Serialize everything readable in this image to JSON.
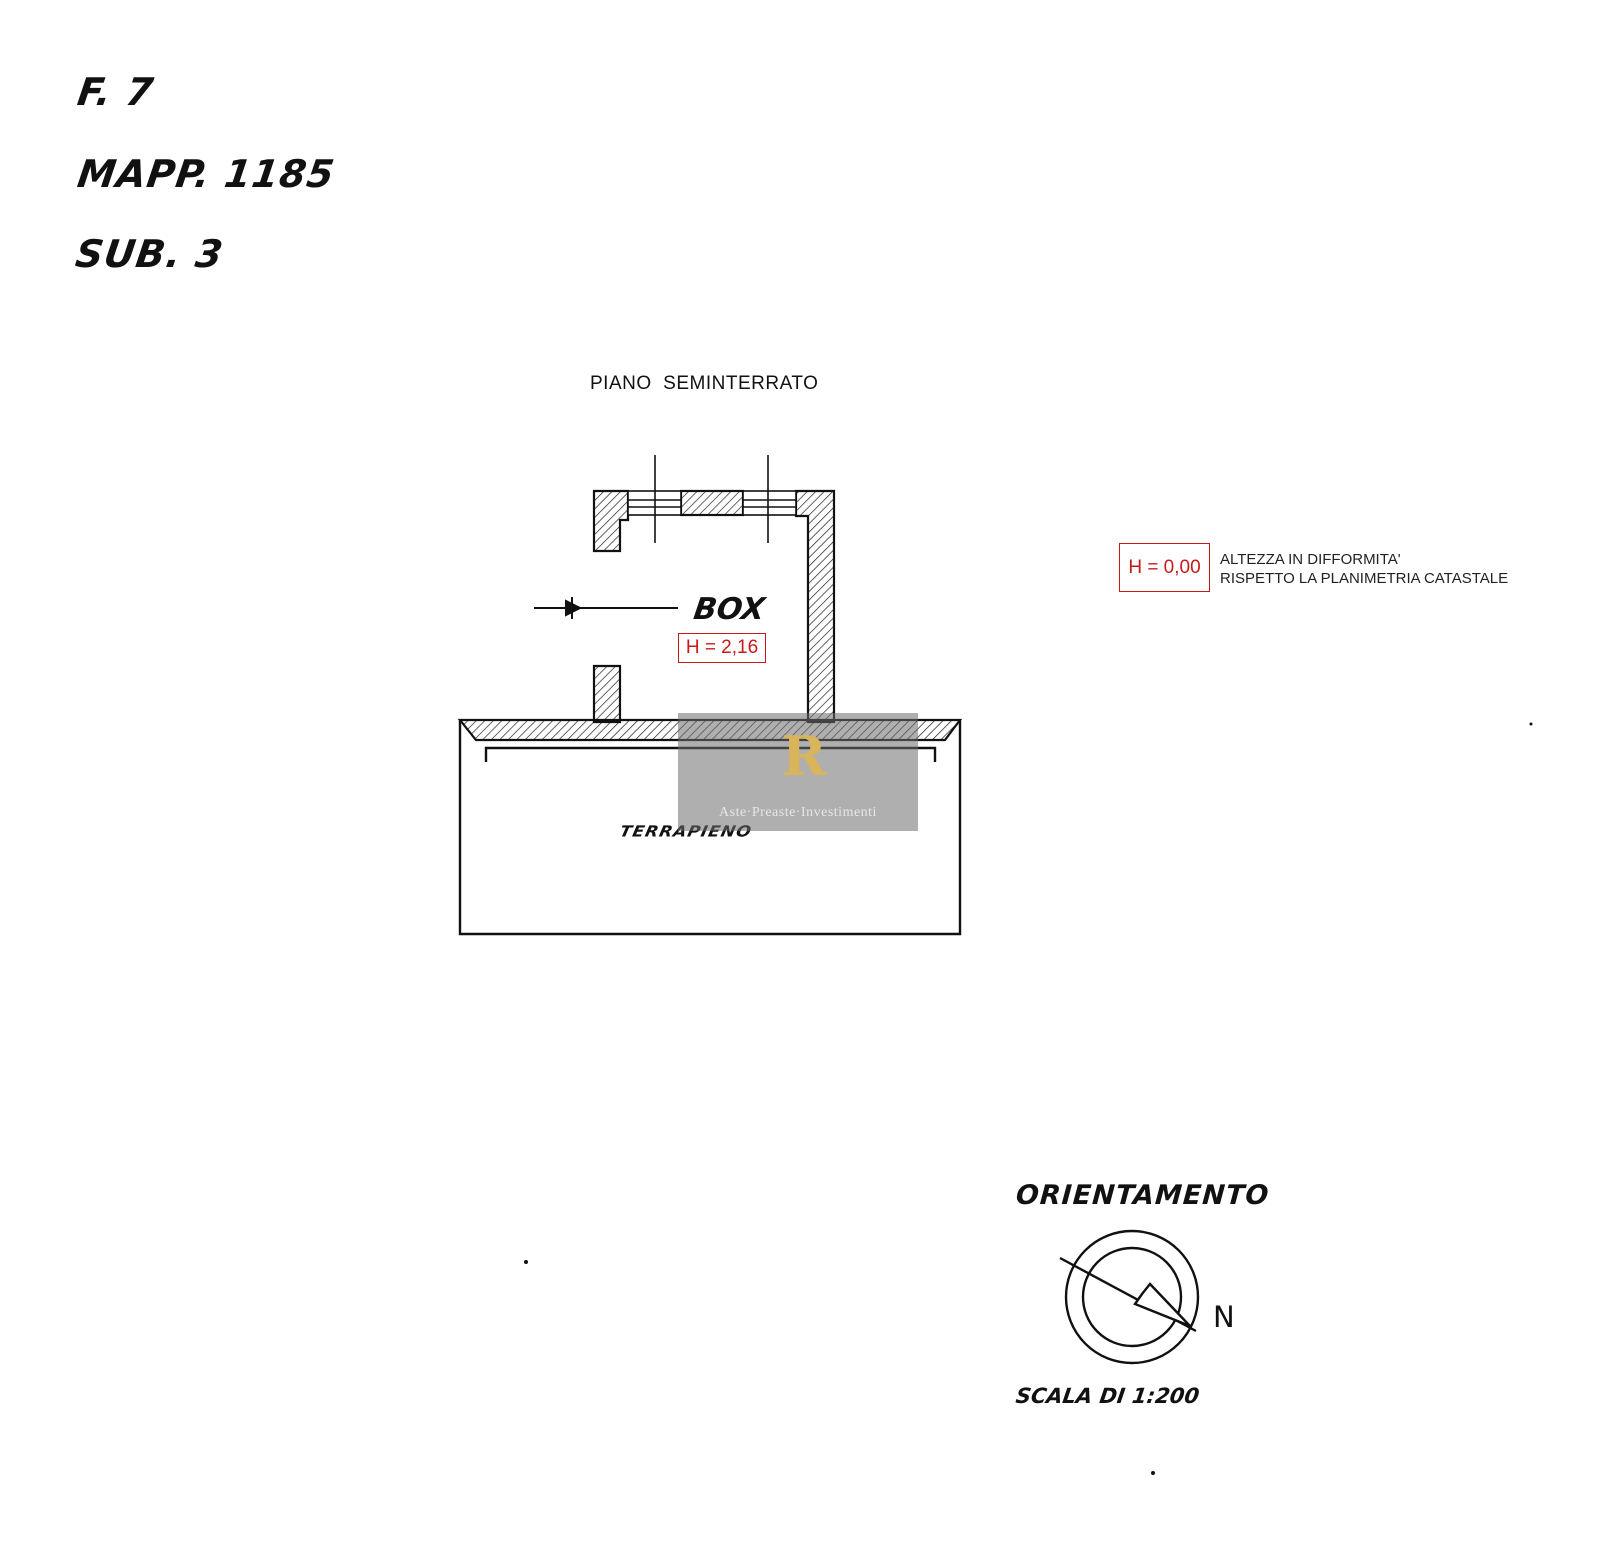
{
  "header": {
    "foglio": "F. 7",
    "mappale": "MAPP. 1185",
    "subalterno": "SUB. 3"
  },
  "plan": {
    "floor_label": "PIANO  SEMINTERRATO",
    "room_name": "BOX",
    "room_height": "H = 2,16",
    "fill_label": "TERRAPIENO"
  },
  "legend": {
    "sample": "H = 0,00",
    "line1": "ALTEZZA IN DIFFORMITA'",
    "line2": "RISPETTO LA PLANIMETRIA CATASTALE"
  },
  "orientation": {
    "title": "ORIENTAMENTO",
    "north": "N",
    "scale": "SCALA DI 1:200"
  },
  "watermark": {
    "logo": "R",
    "text": "Aste·Preaste·Investimenti"
  },
  "colors": {
    "ink": "#111111",
    "annotation_red": "#c81a1a",
    "watermark_gold": "#d8b45a"
  }
}
